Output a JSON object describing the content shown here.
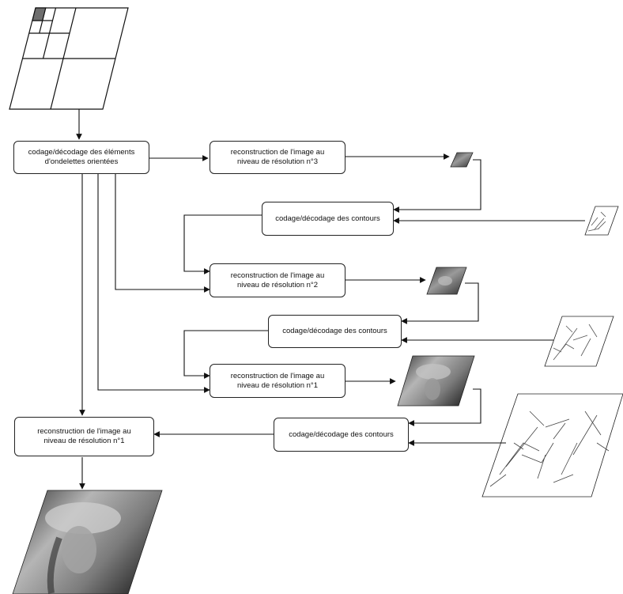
{
  "boxes": {
    "codage_elements": "codage/décodage des éléments\nd'ondelettes orientées",
    "reconstruction_n3": "reconstruction de l'image au\nniveau de résolution n°3",
    "contours_1": "codage/décodage des contours",
    "reconstruction_n2": "reconstruction de l'image au\nniveau de résolution n°2",
    "contours_2": "codage/décodage des contours",
    "reconstruction_n1": "reconstruction de l'image au\nniveau de résolution n°1",
    "contours_3": "codage/décodage des contours",
    "reconstruction_final": "reconstruction de l'image au\nniveau de résolution n°1"
  },
  "colors": {
    "line": "#111111",
    "box_border": "#222222",
    "image_dark": "#4a4a4a",
    "image_mid": "#8a8a8a",
    "image_light": "#c8c8c8"
  },
  "icons": {
    "wavelet_pyramid": "wavelet-decomposition-icon",
    "edge_maps": "edge-map-icon",
    "portrait_images": "portrait-image-icon"
  }
}
